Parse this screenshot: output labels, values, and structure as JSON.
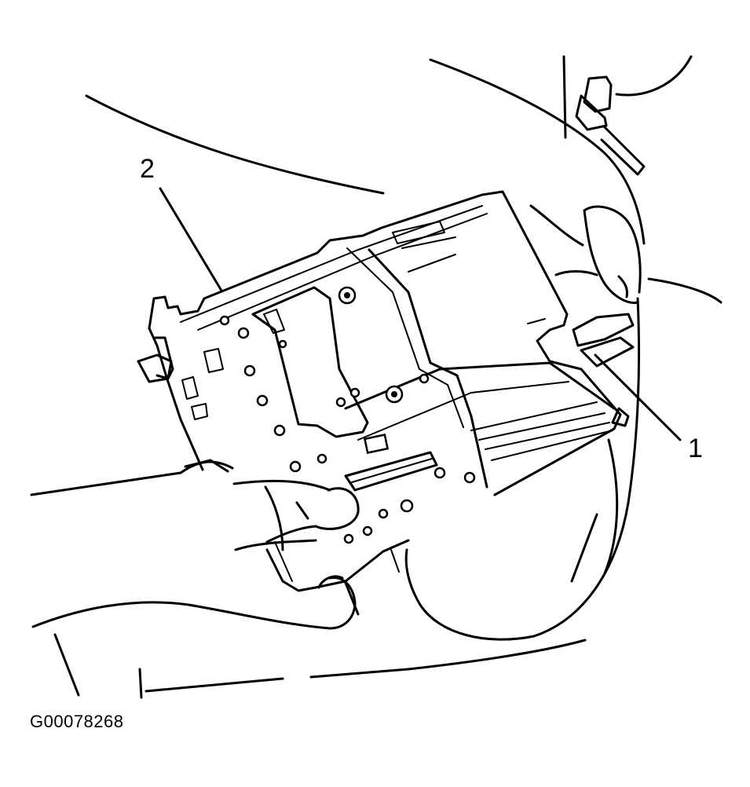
{
  "callouts": [
    {
      "id": "callout-1",
      "label": "1"
    },
    {
      "id": "callout-2",
      "label": "2"
    }
  ],
  "figure_id": "G00078268",
  "colors": {
    "ink": "#000000",
    "paper": "#ffffff"
  }
}
